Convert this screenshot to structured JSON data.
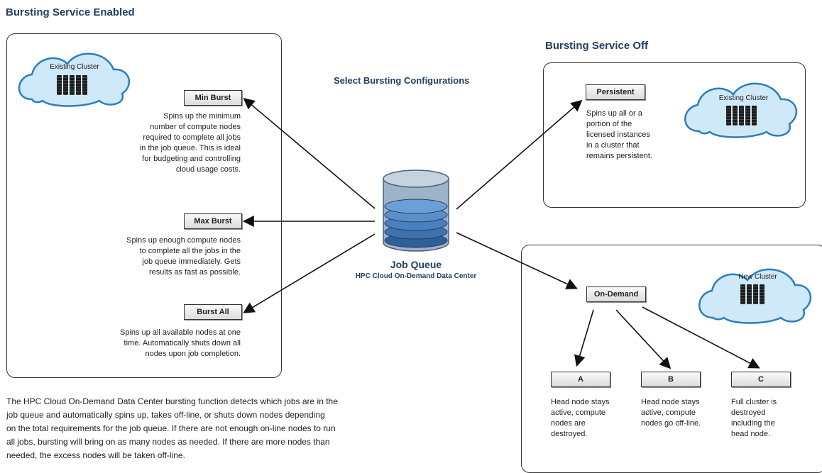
{
  "headings": {
    "enabled": "Bursting Service Enabled",
    "off": "Bursting Service Off",
    "select": "Select Bursting Configurations"
  },
  "clouds": {
    "existing_left": "Existing Cluster",
    "existing_right": "Existing Cluster",
    "new": "New Cluster"
  },
  "options": {
    "min_burst": {
      "label": "Min Burst",
      "lines": [
        "Spins up the minimum",
        "number of compute nodes",
        "required to complete all jobs",
        "in the job queue. This is ideal",
        "for budgeting and controlling",
        "cloud usage costs."
      ]
    },
    "max_burst": {
      "label": "Max Burst",
      "lines": [
        "Spins up enough compute nodes",
        "to complete all the jobs in the",
        "job queue immediately. Gets",
        "results as fast as possible."
      ]
    },
    "burst_all": {
      "label": "Burst All",
      "lines": [
        "Spins up all available nodes at one",
        "time. Automatically shuts down all",
        "nodes upon job completion."
      ]
    },
    "persistent": {
      "label": "Persistent",
      "lines": [
        "Spins up all or a",
        "portion of the",
        "licensed instances",
        "in a cluster that",
        "remains persistent."
      ]
    },
    "on_demand": {
      "label": "On-Demand"
    },
    "a": {
      "label": "A",
      "lines": [
        "Head node stays",
        "active, compute",
        "nodes are",
        "destroyed."
      ]
    },
    "b": {
      "label": "B",
      "lines": [
        "Head node stays",
        "active, compute",
        "nodes go off-line."
      ]
    },
    "c": {
      "label": "C",
      "lines": [
        "Full cluster is",
        "destroyed",
        "including the",
        "head node."
      ]
    }
  },
  "job_queue": {
    "title": "Job Queue",
    "subtitle": "HPC Cloud On-Demand Data Center"
  },
  "paragraph": {
    "lines": [
      "The HPC Cloud On-Demand Data Center bursting function detects which jobs are in the",
      "job queue and automatically spins up, takes off-line, or shuts down nodes depending",
      "on the total requirements for the job queue. If there are not enough on-line nodes to run",
      "all jobs, bursting will bring on as many nodes as needed. If there are more nodes than",
      "needed, the excess nodes will be taken off-line."
    ]
  },
  "colors": {
    "heading": "#23415f",
    "cloud_fill": "#cfe9f8",
    "cloud_stroke": "#2a7fbd",
    "disk": "#2f5f97"
  }
}
